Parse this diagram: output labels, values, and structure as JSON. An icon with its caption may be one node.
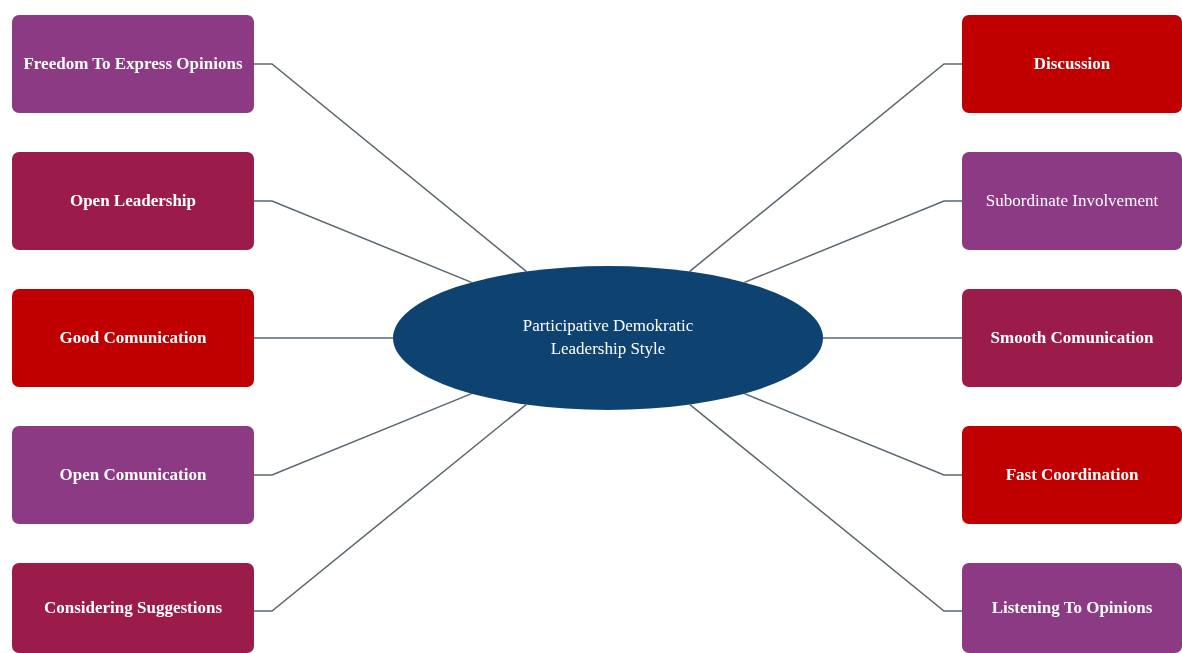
{
  "diagram": {
    "nodes": [
      {
        "text": [
          "Participative Demokratic Leadership Style"
        ]
      },
      {
        "text": [
          "Freedom To Express Opinions"
        ]
      },
      {
        "text": [
          "Open Leadership"
        ]
      },
      {
        "text": [
          "Good Comunication"
        ]
      },
      {
        "text": [
          "Open Comunication"
        ]
      },
      {
        "text": [
          "Considering Suggestions"
        ]
      },
      {
        "text": [
          "Discussion"
        ]
      },
      {
        "text": [
          "Subordinate Involvement"
        ]
      },
      {
        "text": [
          "Smooth Comunication"
        ]
      },
      {
        "text": [
          "Fast Coordination"
        ]
      },
      {
        "text": [
          "Listening To Opinions"
        ]
      }
    ],
    "edges": [
      {
        "from": 0,
        "to": 1,
        "arrow": "none"
      },
      {
        "from": 0,
        "to": 2,
        "arrow": "none"
      },
      {
        "from": 0,
        "to": 3,
        "arrow": "none"
      },
      {
        "from": 0,
        "to": 4,
        "arrow": "none"
      },
      {
        "from": 0,
        "to": 5,
        "arrow": "none"
      },
      {
        "from": 0,
        "to": 6,
        "arrow": "none"
      },
      {
        "from": 0,
        "to": 7,
        "arrow": "none"
      },
      {
        "from": 0,
        "to": 8,
        "arrow": "none"
      },
      {
        "from": 0,
        "to": 9,
        "arrow": "none"
      },
      {
        "from": 0,
        "to": 10,
        "arrow": "none"
      }
    ]
  }
}
